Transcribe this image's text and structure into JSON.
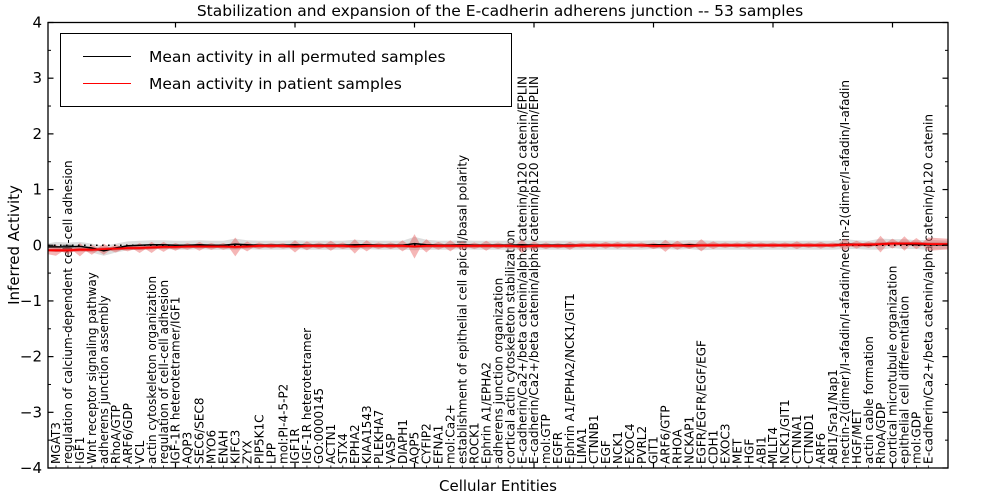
{
  "title": "Stabilization and expansion of the E-cadherin adherens junction -- 53 samples",
  "axes": {
    "ylabel": "Inferred Activity",
    "xlabel": "Cellular Entities",
    "ymin": -4,
    "ymax": 4,
    "yticks": [
      {
        "v": 4,
        "label": "4"
      },
      {
        "v": 3,
        "label": "3"
      },
      {
        "v": 2,
        "label": "2"
      },
      {
        "v": 1,
        "label": "1"
      },
      {
        "v": 0,
        "label": "0"
      },
      {
        "v": -1,
        "label": "−1"
      },
      {
        "v": -2,
        "label": "−2"
      },
      {
        "v": -3,
        "label": "−3"
      },
      {
        "v": -4,
        "label": "−4"
      }
    ]
  },
  "legend": {
    "entries": [
      {
        "label": "Mean activity in all permuted samples",
        "color": "#000000"
      },
      {
        "label": "Mean activity in patient samples",
        "color": "#ff0000"
      }
    ]
  },
  "chart_data": {
    "type": "line",
    "title": "Stabilization and expansion of the E-cadherin adherens junction -- 53 samples",
    "xlabel": "Cellular Entities",
    "ylabel": "Inferred Activity",
    "ylim": [
      -4,
      4
    ],
    "grid": false,
    "zero_line_dotted": true,
    "legend_position": "upper left",
    "entities": [
      "MGAT3",
      "regulation of calcium-dependent cell-cell adhesion",
      "IGF1",
      "Wnt receptor signaling pathway",
      "adherens junction assembly",
      "RhoA/GTP",
      "ARF6/GDP",
      "VCL",
      "actin cytoskeleton organization",
      "regulation of cell-cell adhesion",
      "IGF-1R heterotetramer/IGF1",
      "AQP3",
      "SEC6/SEC8",
      "MYO6",
      "ENAH",
      "KIFC3",
      "ZYX",
      "PIP5K1C",
      "LPP",
      "mol:PI-4-5-P2",
      "IGF1R",
      "IGF-1R heterotetramer",
      "GO:0000145",
      "ACTN1",
      "STX4",
      "EPHA2",
      "KIAA1543",
      "PLEKHA7",
      "VASP",
      "DIAPH1",
      "AQP5",
      "CYFIP2",
      "EFNA1",
      "mol:Ca2+",
      "establishment of epithelial cell apical/basal polarity",
      "ROCK1",
      "Ephrin A1/EPHA2",
      "adherens junction organization",
      "cortical actin cytoskeleton stabilization",
      "E-cadherin/Ca2+/beta catenin/alpha catenin/p120 catenin/EPLIN",
      "E-cadherin/Ca2+/beta catenin/alpha catenin/p120 catenin/EPLIN",
      "mol:GTP",
      "EGFR",
      "Ephrin A1/EPHA2/NCK1/GIT1",
      "LIMA1",
      "CTNNB1",
      "EGF",
      "NCK1",
      "EXOC4",
      "PVRL2",
      "GIT1",
      "ARF6/GTP",
      "RHOA",
      "NCKAP1",
      "EGFR/EGFR/EGF/EGF",
      "CDH1",
      "EXOC3",
      "MET",
      "HGF",
      "ABI1",
      "MLLT4",
      "NCK1/GIT1",
      "CTNNA1",
      "CTNND1",
      "ARF6",
      "ABI1/Sra1/Nap1",
      "nectin-2(dimer)/I-afadin/I-afadin/nectin-2(dimer/I-afadin/I-afadin",
      "HGF/MET",
      "actin cable formation",
      "RhoA/GDP",
      "cortical microtubule organization",
      "epithelial cell differentiation",
      "mol:GDP",
      "E-cadherin/Ca2+/beta catenin/alpha catenin/p120 catenin"
    ],
    "series": [
      {
        "name": "Mean activity in all permuted samples",
        "color": "#000000",
        "values": [
          -0.03,
          -0.03,
          -0.02,
          -0.05,
          -0.1,
          -0.05,
          -0.01,
          0.0,
          0.01,
          0.01,
          0.0,
          0.0,
          0.01,
          0.0,
          0.0,
          0.02,
          0.01,
          0.0,
          0.0,
          0.0,
          0.01,
          0.0,
          0.0,
          0.0,
          0.0,
          0.01,
          0.01,
          0.0,
          0.0,
          0.0,
          0.03,
          0.01,
          0.0,
          0.0,
          0.01,
          0.0,
          0.0,
          0.0,
          0.0,
          0.01,
          0.0,
          0.0,
          0.0,
          0.0,
          0.0,
          0.0,
          0.0,
          0.0,
          0.0,
          0.0,
          0.01,
          0.01,
          0.0,
          0.01,
          0.0,
          0.0,
          0.0,
          0.0,
          0.0,
          0.0,
          0.0,
          0.0,
          0.0,
          0.0,
          0.0,
          0.0,
          0.02,
          0.01,
          0.0,
          0.02,
          0.03,
          0.02,
          0.01,
          0.01
        ]
      },
      {
        "name": "Mean activity in patient samples",
        "color": "#ff0000",
        "values": [
          -0.09,
          -0.09,
          -0.08,
          -0.08,
          -0.07,
          -0.06,
          -0.05,
          -0.05,
          -0.04,
          -0.03,
          -0.03,
          -0.02,
          -0.02,
          -0.02,
          -0.02,
          -0.03,
          -0.02,
          -0.01,
          -0.01,
          -0.01,
          -0.02,
          -0.01,
          -0.01,
          -0.01,
          -0.01,
          -0.02,
          -0.01,
          -0.01,
          -0.01,
          -0.01,
          -0.02,
          -0.01,
          -0.01,
          -0.01,
          -0.01,
          -0.01,
          -0.01,
          -0.01,
          -0.01,
          -0.02,
          -0.01,
          -0.01,
          -0.01,
          -0.01,
          0.0,
          0.0,
          0.0,
          0.0,
          0.0,
          0.0,
          -0.01,
          -0.01,
          0.0,
          -0.01,
          0.0,
          0.0,
          0.0,
          0.0,
          0.0,
          0.0,
          0.0,
          0.0,
          0.0,
          0.0,
          0.0,
          0.0,
          0.01,
          0.01,
          0.01,
          0.02,
          0.03,
          0.03,
          0.03,
          0.02
        ]
      }
    ],
    "bands": [
      {
        "name": "permuted samples spread",
        "color": "#aaaaaa",
        "opacity": 0.4,
        "center_series": 0,
        "halfwidths": [
          0.09,
          0.08,
          0.08,
          0.08,
          0.09,
          0.08,
          0.08,
          0.08,
          0.08,
          0.08,
          0.08,
          0.08,
          0.08,
          0.08,
          0.08,
          0.1,
          0.08,
          0.08,
          0.08,
          0.08,
          0.08,
          0.08,
          0.08,
          0.08,
          0.08,
          0.09,
          0.08,
          0.08,
          0.08,
          0.08,
          0.12,
          0.09,
          0.08,
          0.08,
          0.08,
          0.08,
          0.08,
          0.08,
          0.08,
          0.09,
          0.08,
          0.08,
          0.08,
          0.08,
          0.08,
          0.08,
          0.08,
          0.08,
          0.08,
          0.08,
          0.08,
          0.08,
          0.08,
          0.08,
          0.09,
          0.08,
          0.08,
          0.08,
          0.08,
          0.08,
          0.08,
          0.08,
          0.08,
          0.08,
          0.08,
          0.08,
          0.09,
          0.08,
          0.08,
          0.1,
          0.08,
          0.09,
          0.08,
          0.09
        ]
      },
      {
        "name": "patient samples spread",
        "color": "#e85050",
        "opacity": 0.42,
        "center_series": 1,
        "halfwidths": [
          0.1,
          0.07,
          0.12,
          0.09,
          0.1,
          0.07,
          0.06,
          0.09,
          0.1,
          0.09,
          0.07,
          0.06,
          0.08,
          0.06,
          0.06,
          0.17,
          0.09,
          0.06,
          0.05,
          0.05,
          0.11,
          0.08,
          0.06,
          0.09,
          0.06,
          0.13,
          0.1,
          0.06,
          0.06,
          0.1,
          0.22,
          0.12,
          0.07,
          0.1,
          0.08,
          0.06,
          0.09,
          0.06,
          0.06,
          0.12,
          0.08,
          0.06,
          0.05,
          0.07,
          0.05,
          0.05,
          0.06,
          0.06,
          0.05,
          0.05,
          0.06,
          0.11,
          0.08,
          0.06,
          0.11,
          0.07,
          0.05,
          0.05,
          0.06,
          0.05,
          0.05,
          0.05,
          0.07,
          0.05,
          0.06,
          0.05,
          0.11,
          0.07,
          0.06,
          0.15,
          0.09,
          0.13,
          0.1,
          0.12
        ]
      }
    ]
  }
}
